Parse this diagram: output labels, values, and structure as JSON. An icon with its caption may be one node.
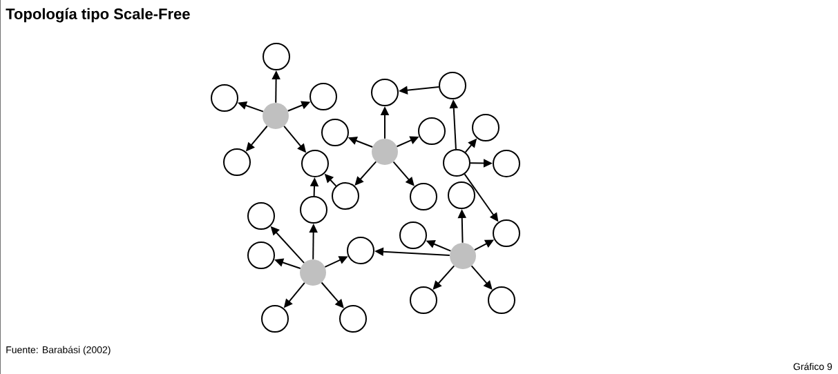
{
  "diagram": {
    "title": "Topología tipo Scale-Free",
    "nodes": [
      {
        "text": [],
        "shape": "circle"
      },
      {
        "text": [],
        "shape": "circle"
      },
      {
        "text": [],
        "shape": "circle"
      },
      {
        "text": [],
        "shape": "circle"
      },
      {
        "text": [],
        "shape": "circle"
      },
      {
        "text": [],
        "shape": "circle"
      },
      {
        "text": [],
        "shape": "circle"
      },
      {
        "text": [],
        "shape": "circle"
      },
      {
        "text": [],
        "shape": "circle"
      },
      {
        "text": [],
        "shape": "circle"
      },
      {
        "text": [],
        "shape": "circle"
      },
      {
        "text": [],
        "shape": "circle"
      },
      {
        "text": [],
        "shape": "circle"
      },
      {
        "text": [],
        "shape": "circle"
      },
      {
        "text": [],
        "shape": "circle"
      },
      {
        "text": [],
        "shape": "circle"
      },
      {
        "text": [],
        "shape": "circle"
      },
      {
        "text": [],
        "shape": "circle"
      },
      {
        "text": [],
        "shape": "circle"
      },
      {
        "text": [],
        "shape": "circle"
      },
      {
        "text": [],
        "shape": "circle"
      },
      {
        "text": [],
        "shape": "circle"
      },
      {
        "text": [],
        "shape": "circle"
      },
      {
        "text": [],
        "shape": "circle"
      },
      {
        "text": [],
        "shape": "circle"
      },
      {
        "text": [],
        "shape": "circle"
      },
      {
        "text": [],
        "shape": "circle"
      },
      {
        "text": [],
        "shape": "circle"
      },
      {
        "text": [],
        "shape": "circle"
      }
    ],
    "edges": [
      {
        "from": 3,
        "to": 0,
        "arrow": "to"
      },
      {
        "from": 3,
        "to": 1,
        "arrow": "to"
      },
      {
        "from": 3,
        "to": 2,
        "arrow": "to"
      },
      {
        "from": 3,
        "to": 4,
        "arrow": "to"
      },
      {
        "from": 3,
        "to": 5,
        "arrow": "to"
      },
      {
        "from": 10,
        "to": 7,
        "arrow": "to"
      },
      {
        "from": 10,
        "to": 8,
        "arrow": "to"
      },
      {
        "from": 10,
        "to": 9,
        "arrow": "to"
      },
      {
        "from": 10,
        "to": 14,
        "arrow": "to"
      },
      {
        "from": 10,
        "to": 15,
        "arrow": "to"
      },
      {
        "from": 6,
        "to": 7,
        "arrow": "to"
      },
      {
        "from": 12,
        "to": 6,
        "arrow": "to"
      },
      {
        "from": 12,
        "to": 11,
        "arrow": "to"
      },
      {
        "from": 12,
        "to": 13,
        "arrow": "to"
      },
      {
        "from": 12,
        "to": 20,
        "arrow": "to"
      },
      {
        "from": 14,
        "to": 5,
        "arrow": "to"
      },
      {
        "from": 17,
        "to": 5,
        "arrow": "to"
      },
      {
        "from": 24,
        "to": 17,
        "arrow": "to"
      },
      {
        "from": 24,
        "to": 18,
        "arrow": "to"
      },
      {
        "from": 24,
        "to": 22,
        "arrow": "to"
      },
      {
        "from": 24,
        "to": 21,
        "arrow": "to"
      },
      {
        "from": 24,
        "to": 25,
        "arrow": "to"
      },
      {
        "from": 24,
        "to": 26,
        "arrow": "to"
      },
      {
        "from": 23,
        "to": 16,
        "arrow": "to"
      },
      {
        "from": 23,
        "to": 19,
        "arrow": "to"
      },
      {
        "from": 23,
        "to": 20,
        "arrow": "to"
      },
      {
        "from": 23,
        "to": 27,
        "arrow": "to"
      },
      {
        "from": 23,
        "to": 28,
        "arrow": "to"
      },
      {
        "from": 23,
        "to": 21,
        "arrow": "to"
      }
    ],
    "labels": [
      "Fuente: Barabási (2002)",
      "Gráfico 9"
    ]
  }
}
